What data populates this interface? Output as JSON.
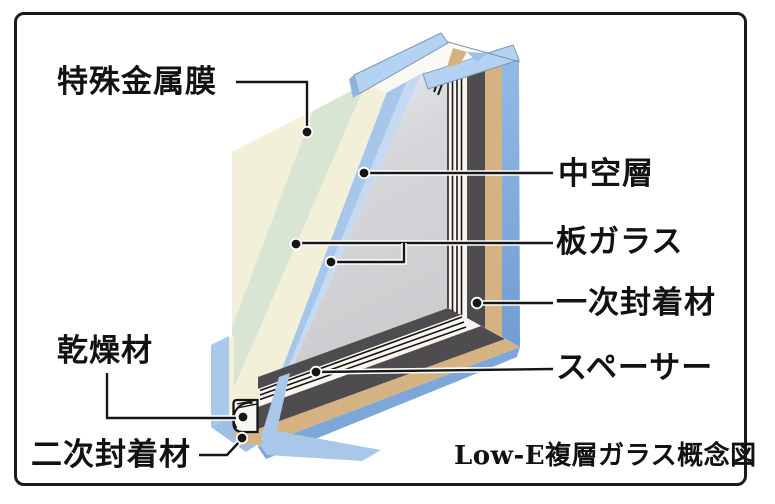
{
  "figure": {
    "caption": "Low-E複層ガラス概念図",
    "labels": {
      "special_metal_film": "特殊金属膜",
      "air_space": "中空層",
      "plate_glass": "板ガラス",
      "primary_sealant": "一次封着材",
      "spacer": "スペーサー",
      "desiccant": "乾燥材",
      "secondary_sealant": "二次封着材"
    },
    "colors": {
      "film_cream": "#f3f0da",
      "glass_green_edge": "#d8e5d3",
      "glass_blue": "#a6c6ea",
      "glass_blue_light": "#c5d9f2",
      "air_gray_top": "#e9edf3",
      "air_gray_bottom": "#cdcdd0",
      "sealant_dark_gray": "#4e4c4e",
      "sealant_tan": "#d5b281",
      "pane_edge_blue": "#7da7d9",
      "cap_blue": "#b4d2f1",
      "spacer_white": "#f7f5ee",
      "line_black": "#161616"
    }
  }
}
